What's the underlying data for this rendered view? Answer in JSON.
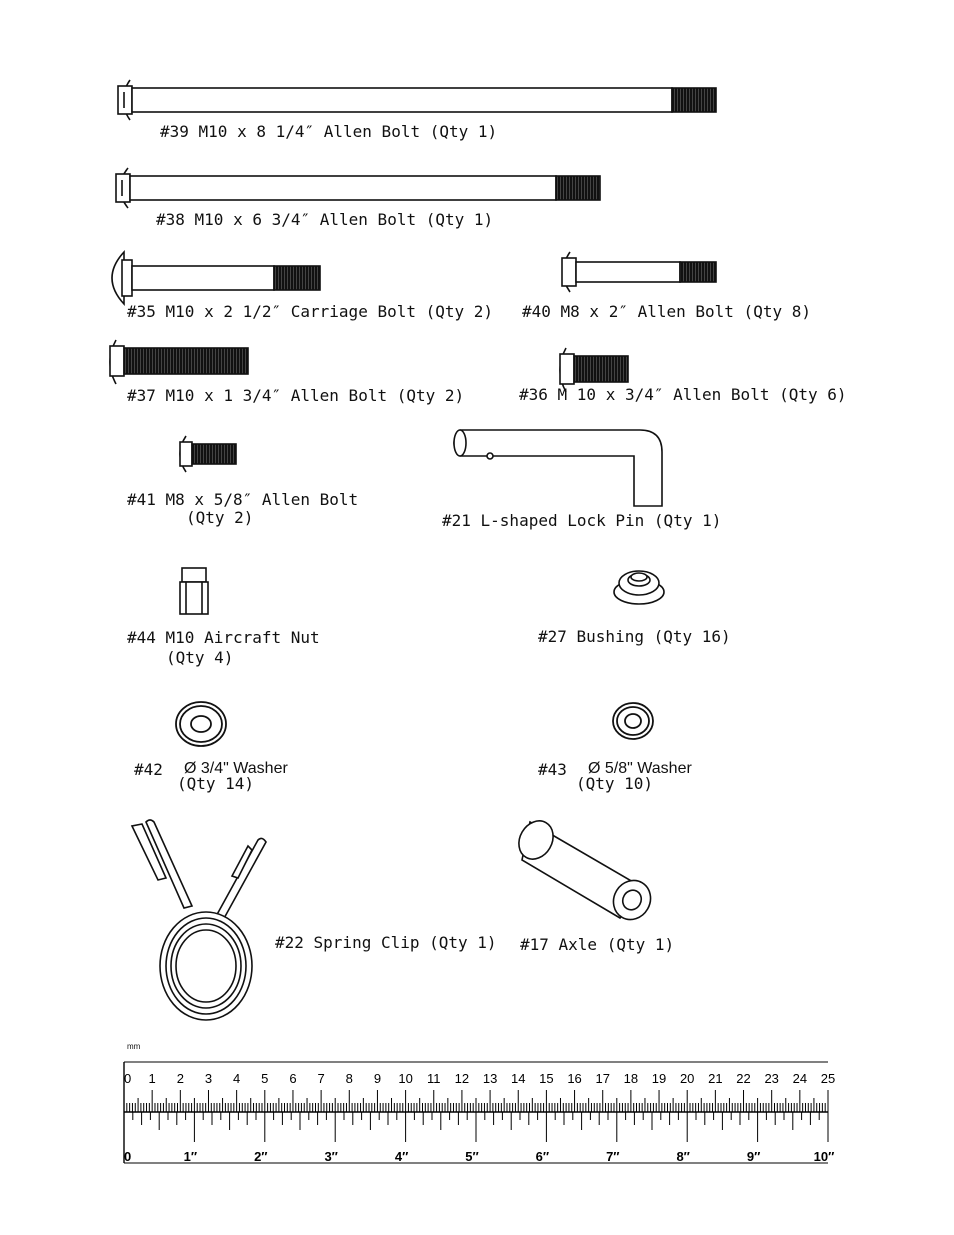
{
  "parts": {
    "p39": "#39 M10 x 8 1/4″ Allen Bolt (Qty 1)",
    "p38": "#38 M10 x 6 3/4″ Allen Bolt (Qty 1)",
    "p35": "#35 M10 x 2 1/2″ Carriage Bolt (Qty 2)",
    "p40": "#40 M8 x 2″ Allen Bolt (Qty 8)",
    "p37": "#37 M10 x 1 3/4″ Allen Bolt (Qty 2)",
    "p36": "#36 M 10 x 3/4″ Allen Bolt (Qty 6)",
    "p41": "#41 M8 x 5/8″ Allen Bolt",
    "p41q": "(Qty 2)",
    "p21": "#21 L-shaped Lock Pin (Qty 1)",
    "p44": "#44 M10 Aircraft Nut",
    "p44q": "(Qty 4)",
    "p27": "#27 Bushing (Qty 16)",
    "p42num": "#42",
    "p42": "Ø 3/4\" Washer",
    "p42q": "(Qty 14)",
    "p43num": "#43",
    "p43": "Ø 5/8\" Washer",
    "p43q": "(Qty 10)",
    "p22": "#22 Spring Clip (Qty 1)",
    "p17": "#17 Axle (Qty 1)"
  },
  "ruler": {
    "unit_label": "mm",
    "cm_labels": [
      "0",
      "1",
      "2",
      "3",
      "4",
      "5",
      "6",
      "7",
      "8",
      "9",
      "10",
      "11",
      "12",
      "13",
      "14",
      "15",
      "16",
      "17",
      "18",
      "19",
      "20",
      "21",
      "22",
      "23",
      "24",
      "25"
    ],
    "inch_labels": [
      "0",
      "1″",
      "2″",
      "3″",
      "4″",
      "5″",
      "6″",
      "7″",
      "8″",
      "9″",
      "10″"
    ]
  }
}
